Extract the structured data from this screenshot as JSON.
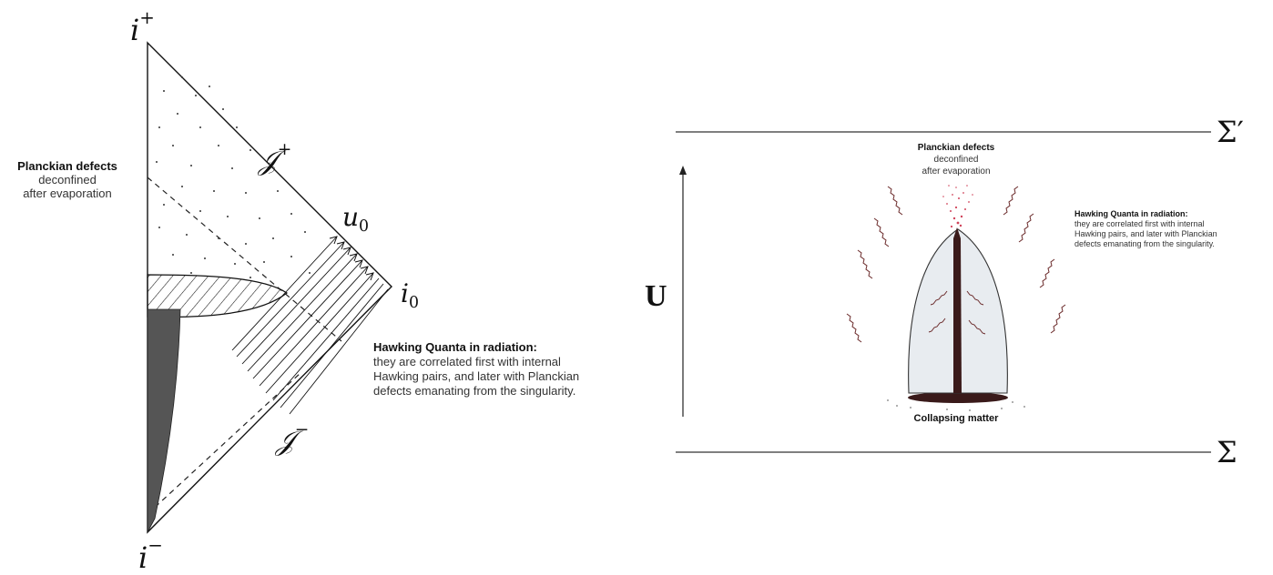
{
  "left_panel": {
    "labels": {
      "i_plus_base": "i",
      "i_plus_sup": "+",
      "i_minus_base": "i",
      "i_minus_sup": "−",
      "scri_plus_base": "𝒥",
      "scri_plus_sup": "+",
      "scri_minus_base": "𝒥",
      "scri_minus_sup": "−",
      "u0_base": "u",
      "u0_sub": "0",
      "i0_base": "i",
      "i0_sub": "0"
    },
    "defects_annotation": {
      "title": "Planckian defects",
      "line2": "deconfined",
      "line3": "after evaporation"
    },
    "hawking_annotation": {
      "title": "Hawking Quanta in radiation:",
      "line2": "they are correlated first with internal",
      "line3": "Hawking pairs, and later with Planckian",
      "line4": "defects emanating from the singularity."
    }
  },
  "right_panel": {
    "sigma_prime": "Σ′",
    "sigma": "Σ",
    "u_label": "U",
    "defects_annotation": {
      "title": "Planckian defects",
      "line2": "deconfined",
      "line3": "after evaporation"
    },
    "hawking_annotation": {
      "title": "Hawking Quanta in radiation:",
      "line2": "they are correlated first with internal",
      "line3": "Hawking pairs, and later with Planckian",
      "line4": "defects emanating from the singularity."
    },
    "matter_label": "Collapsing matter"
  },
  "colors": {
    "ink": "#111111",
    "shade": "#555555",
    "defect_red": "#d0435a",
    "wave_brown": "#6b2b2b",
    "dome_fill": "#e8ecf0"
  }
}
